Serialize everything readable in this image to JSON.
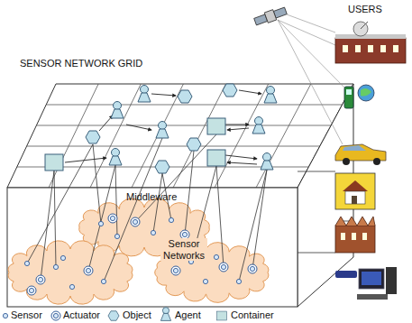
{
  "diagram": {
    "title": "SENSOR NETWORK GRID",
    "labels": [
      "USERS",
      "Middleware",
      "Sensor Networks"
    ],
    "legend": [
      {
        "text": "Sensor"
      },
      {
        "text": "Actuator"
      },
      {
        "text": "Object"
      },
      {
        "text": "Agent"
      },
      {
        "text": "Container"
      }
    ]
  }
}
